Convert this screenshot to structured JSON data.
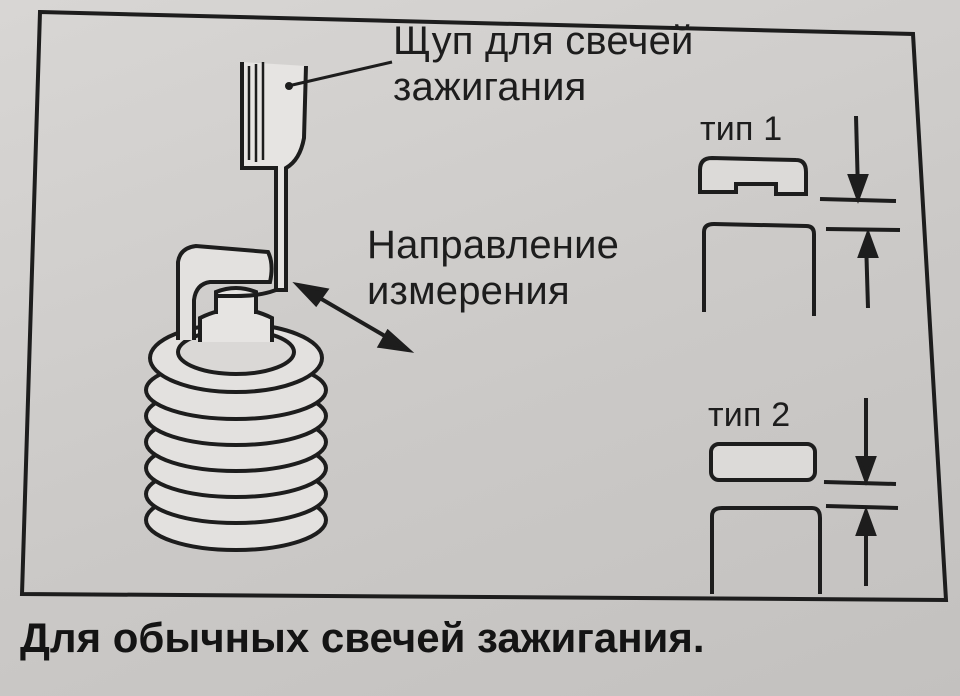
{
  "labels": {
    "probe_line1": "Щуп для свечей",
    "probe_line2": "зажигания",
    "direction_line1": "Направление",
    "direction_line2": "измерения",
    "type1": "тип 1",
    "type2": "тип 2"
  },
  "caption": "Для обычных свечей зажигания.",
  "colors": {
    "ink": "#1d1d1d",
    "paper": "#d3d1cf"
  }
}
